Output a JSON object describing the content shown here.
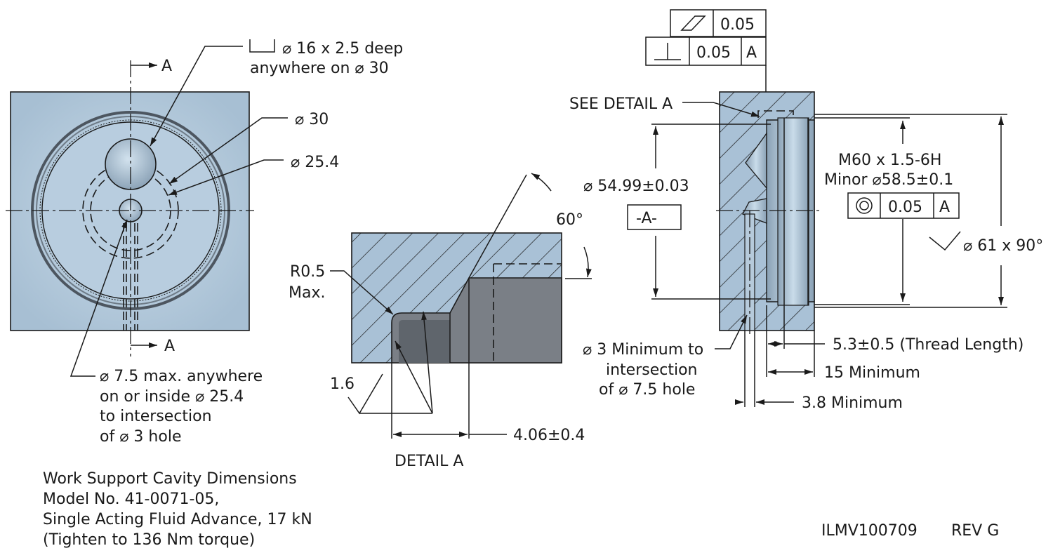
{
  "colors": {
    "part_fill": "#a9c1d6",
    "part_light": "#c7d9e8",
    "cavity_grey": "#7a7f86",
    "cavity_dark": "#5f656c",
    "outline": "#1a1a1a"
  },
  "section_marks": {
    "top_letter": "A",
    "bottom_letter": "A"
  },
  "front_view": {
    "counterbore": {
      "line1": "⌀ 16 x 2.5 deep",
      "line2": "anywhere on ⌀ 30"
    },
    "dia_30": "⌀ 30",
    "dia_25_4": "⌀ 25.4",
    "hole_note": {
      "line1": "⌀ 7.5 max. anywhere",
      "line2": "on or inside ⌀ 25.4",
      "line3": "to intersection",
      "line4": "of ⌀ 3 hole"
    }
  },
  "detail": {
    "angle": "60°",
    "radius_line1": "R0.5",
    "radius_line2": "Max.",
    "roughness": "1.6",
    "dim": "4.06±0.4",
    "title": "DETAIL A"
  },
  "section_view": {
    "flatness": {
      "value": "0.05"
    },
    "perpendicularity": {
      "value": "0.05",
      "datum": "A"
    },
    "see_detail": "SEE DETAIL A",
    "dia_54": "⌀ 54.99±0.03",
    "datum_label": "-A-",
    "thread_line1": "M60 x 1.5-6H",
    "thread_line2": "Minor ⌀58.5±0.1",
    "concentricity": {
      "value": "0.05",
      "datum": "A"
    },
    "chamfer": "⌀ 61 x 90°",
    "min_hole": {
      "line1": "⌀ 3 Minimum to",
      "line2": "intersection",
      "line3": "of ⌀ 7.5 hole"
    },
    "thread_length": "5.3±0.5 (Thread Length)",
    "depth_15": "15 Minimum",
    "depth_3_8": "3.8 Minimum"
  },
  "title_block": {
    "line1": "Work Support Cavity Dimensions",
    "line2": "Model No. 41-0071-05,",
    "line3": "Single Acting Fluid Advance, 17 kN",
    "line4": "(Tighten to 136 Nm torque)"
  },
  "doc_id": "ILMV100709",
  "revision": "REV G"
}
